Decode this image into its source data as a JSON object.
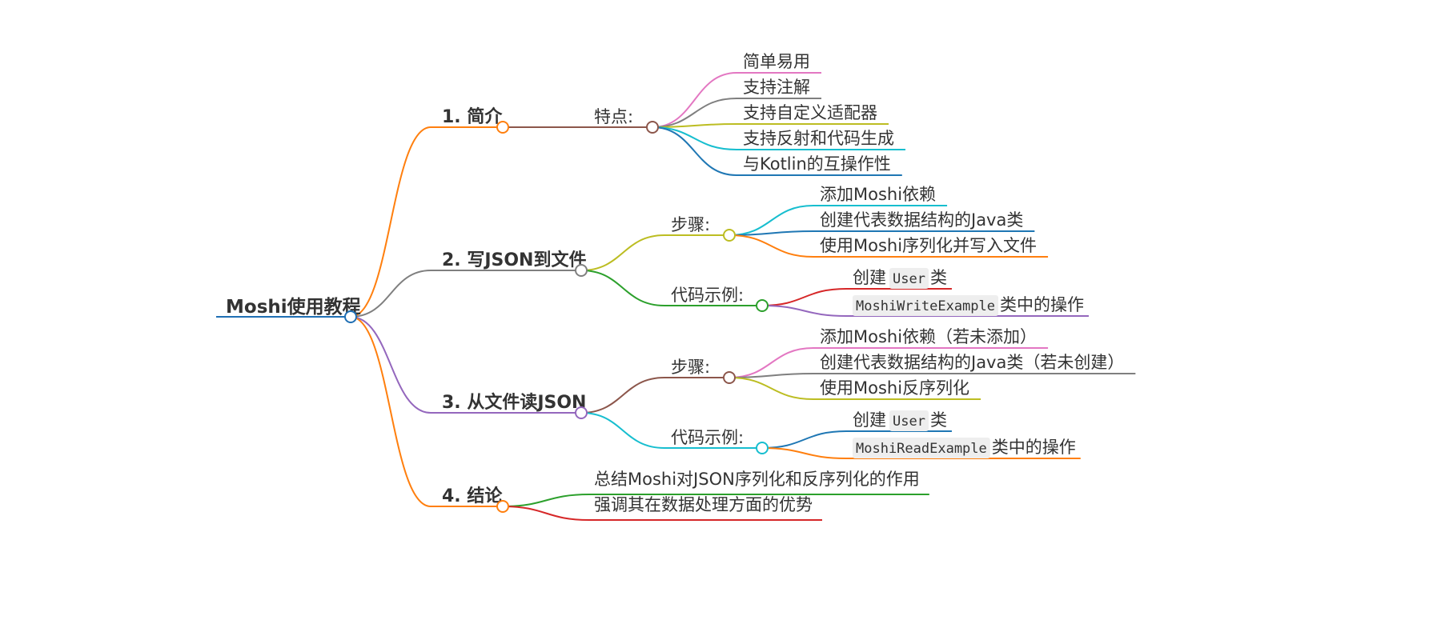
{
  "root": {
    "label": "Moshi使用教程",
    "color": "#1f6fb4"
  },
  "sections": [
    {
      "id": "s1",
      "label": "1. 简介",
      "color": "#ff7f0e",
      "groups": [
        {
          "id": "g11",
          "label": "特点:",
          "color": "#8c564b",
          "items": [
            {
              "text": "简单易用",
              "color": "#e377c2"
            },
            {
              "text": "支持注解",
              "color": "#7f7f7f"
            },
            {
              "text": "支持自定义适配器",
              "color": "#bcbd22"
            },
            {
              "text": "支持反射和代码生成",
              "color": "#17becf"
            },
            {
              "text": "与Kotlin的互操作性",
              "color": "#1f77b4"
            }
          ]
        }
      ]
    },
    {
      "id": "s2",
      "label": "2. 写JSON到文件",
      "color": "#7f7f7f",
      "groups": [
        {
          "id": "g21",
          "label": "步骤:",
          "color": "#bcbd22",
          "items": [
            {
              "text": "添加Moshi依赖",
              "color": "#17becf"
            },
            {
              "text": "创建代表数据结构的Java类",
              "color": "#1f77b4"
            },
            {
              "text": "使用Moshi序列化并写入文件",
              "color": "#ff7f0e"
            }
          ]
        },
        {
          "id": "g22",
          "label": "代码示例:",
          "color": "#2ca02c",
          "items": [
            {
              "pre": "创建",
              "code": "User",
              "post": "类",
              "color": "#d62728"
            },
            {
              "pre": "",
              "code": "MoshiWriteExample",
              "post": "类中的操作",
              "color": "#9467bd"
            }
          ]
        }
      ]
    },
    {
      "id": "s3",
      "label": "3. 从文件读JSON",
      "color": "#9467bd",
      "groups": [
        {
          "id": "g31",
          "label": "步骤:",
          "color": "#8c564b",
          "items": [
            {
              "text": "添加Moshi依赖（若未添加）",
              "color": "#e377c2"
            },
            {
              "text": "创建代表数据结构的Java类（若未创建）",
              "color": "#7f7f7f"
            },
            {
              "text": "使用Moshi反序列化",
              "color": "#bcbd22"
            }
          ]
        },
        {
          "id": "g32",
          "label": "代码示例:",
          "color": "#17becf",
          "items": [
            {
              "pre": "创建",
              "code": "User",
              "post": "类",
              "color": "#1f77b4"
            },
            {
              "pre": "",
              "code": "MoshiReadExample",
              "post": "类中的操作",
              "color": "#ff7f0e"
            }
          ]
        }
      ]
    },
    {
      "id": "s4",
      "label": "4. 结论",
      "color": "#ff7f0e",
      "groups": [],
      "items": [
        {
          "text": "总结Moshi对JSON序列化和反序列化的作用",
          "color": "#2ca02c"
        },
        {
          "text": "强调其在数据处理方面的优势",
          "color": "#d62728"
        }
      ]
    }
  ]
}
